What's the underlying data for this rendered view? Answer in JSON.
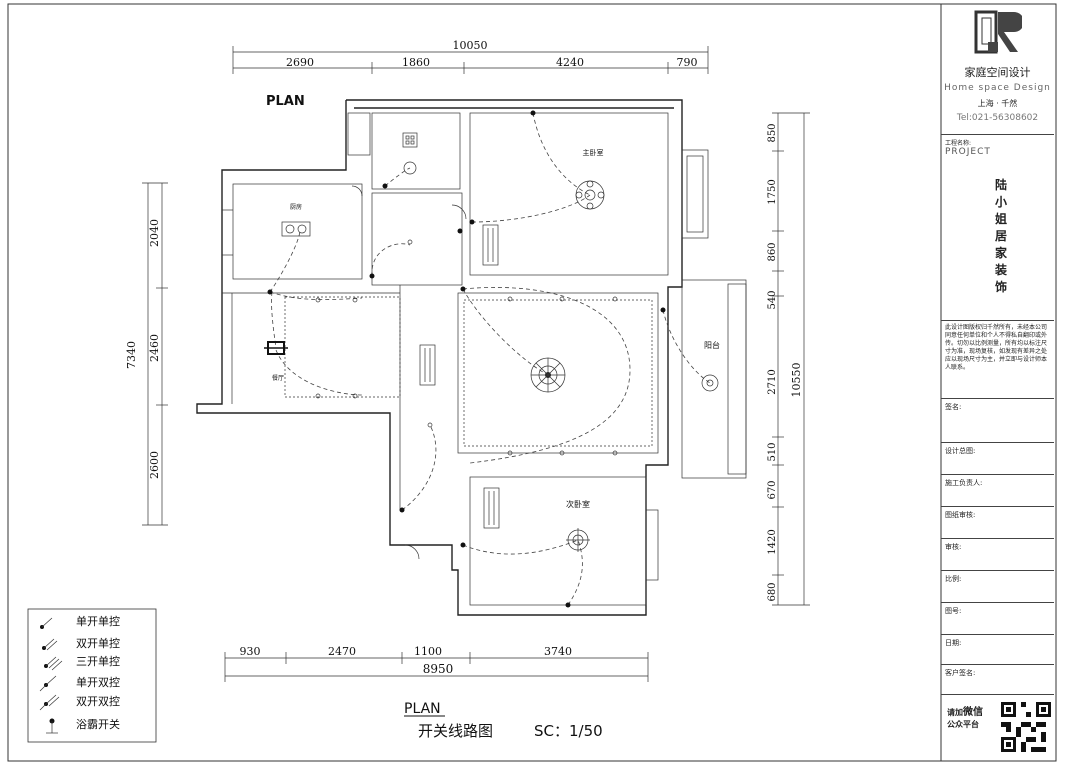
{
  "dimensions": {
    "top_total": "10050",
    "top_parts": [
      "2690",
      "1860",
      "4240",
      "790"
    ],
    "bottom_total": "8950",
    "bottom_parts": [
      "930",
      "2470",
      "1100",
      "3740"
    ],
    "left_total": "7340",
    "left_parts": [
      "2040",
      "2460",
      "2600"
    ],
    "right_total": "10550",
    "right_parts": [
      "850",
      "1750",
      "860",
      "540",
      "2710",
      "510",
      "670",
      "1420",
      "680"
    ]
  },
  "plan_labels": {
    "plan_top": "PLAN",
    "plan_bottom": "PLAN",
    "title": "开关线路图",
    "scale": "SC：1/50"
  },
  "rooms": {
    "master_bedroom": "主卧室",
    "kitchen": "厨房",
    "balcony": "阳台",
    "dining": "餐厅",
    "second_bedroom": "次卧室"
  },
  "legend": [
    "单开单控",
    "双开单控",
    "三开单控",
    "单开双控",
    "双开双控",
    "浴霸开关"
  ],
  "title_block": {
    "company": "家庭空间设计",
    "company_en": "Home space Design",
    "city": "上海 · 千然",
    "tel": "Tel:021-56308602",
    "project_label": "工程名称:",
    "project_en": "PROJECT",
    "project_name": [
      "陆",
      "小",
      "姐",
      "居",
      "家",
      "装",
      "饰"
    ],
    "note": "此设计图版权归千然所有，未经本公司同意任何单位和个人不得私自翻印或外传。切勿以比例测量，所有均以标注尺寸为准，现场复核，如发现有差异之处应以现场尺寸为主，并立即与设计师本人联系。",
    "rows": [
      "签名:",
      "设计总图:",
      "施工负责人:",
      "图纸审核:",
      "审核:",
      "比例:",
      "图号:",
      "日期:",
      "客户签名:"
    ],
    "wechat_line1": "请加",
    "wechat_bold": "微信",
    "wechat_line2": "公众平台"
  },
  "colors": {
    "line": "#222222",
    "paper": "#ffffff"
  }
}
